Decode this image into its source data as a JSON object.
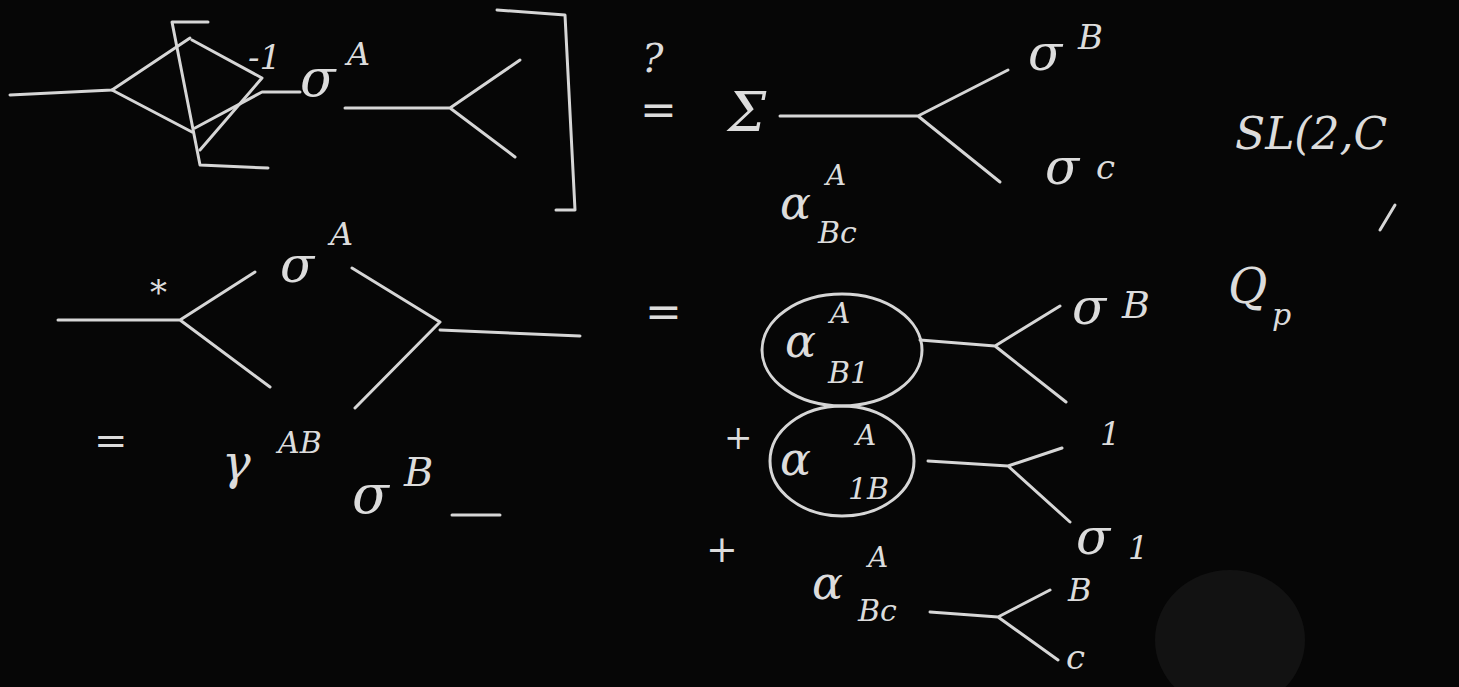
{
  "diagram": {
    "labels": [
      "-1",
      "σ",
      "A",
      "?",
      "=",
      "Σ",
      "σ",
      "B",
      "σ",
      "c",
      "SL(2,C",
      "α",
      "A",
      "Bc",
      "*",
      "σ",
      "A",
      "=",
      "α",
      "A",
      "B1",
      "σ",
      "B",
      "1",
      "+",
      "α",
      "A",
      "1B",
      "σ",
      "1",
      "Q",
      "p",
      "=",
      "γ",
      "AB",
      "σ",
      "B",
      "+",
      "α",
      "A",
      "Bc",
      "B",
      "c"
    ]
  }
}
